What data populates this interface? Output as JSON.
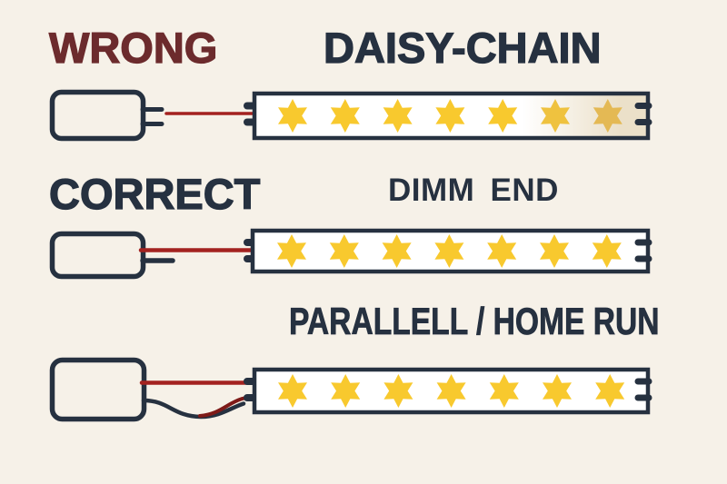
{
  "colors": {
    "background": "#F6F1E8",
    "navy": "#263140",
    "maroon": "#6C2B2D",
    "wire-red": "#A32220",
    "wire-dark-red": "#7E1A18",
    "star-yellow": "#F8C92E",
    "star-semi-dim": "#EFC23F",
    "star-dim": "#E4B954",
    "strip-white": "#FFFFFF",
    "strip-fade": "#EBE0C9"
  },
  "rows": [
    {
      "label": "WRONG",
      "title": "DAISY-CHAIN",
      "leds": 7,
      "dim_end": true
    },
    {
      "label": "CORRECT",
      "title": "DIMM END",
      "leds": 7,
      "dim_end": false
    },
    {
      "label": "",
      "title": "PARALLELL / HOME RUN",
      "leds": 7,
      "dim_end": false
    }
  ]
}
